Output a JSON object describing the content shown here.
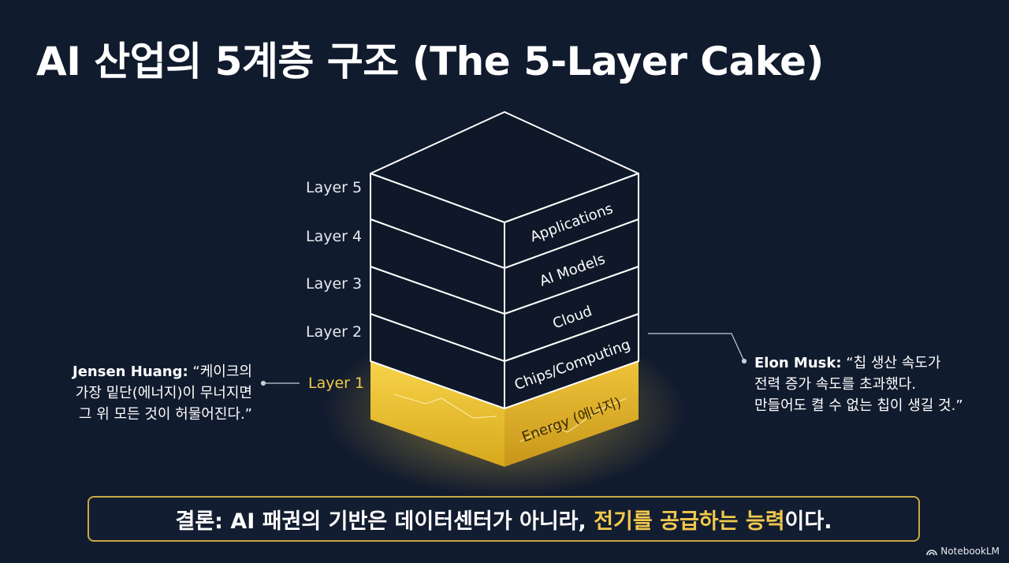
{
  "title": "AI 산업의 5계층 구조 (The 5-Layer Cake)",
  "layers": [
    {
      "label": "Layer 5",
      "name": "Applications"
    },
    {
      "label": "Layer 4",
      "name": "AI Models"
    },
    {
      "label": "Layer 3",
      "name": "Cloud"
    },
    {
      "label": "Layer 2",
      "name": "Chips/Computing"
    },
    {
      "label": "Layer 1",
      "name": "Energy (에너지)"
    }
  ],
  "quote_left": {
    "speaker": "Jensen Huang:",
    "line1": "“케이크의",
    "line2": "가장 밑단(에너지)이 무너지면",
    "line3": "그 위 모든 것이 허물어진다.”"
  },
  "quote_right": {
    "speaker": "Elon Musk:",
    "line1": "“칩 생산 속도가",
    "line2": "전력 증가 속도를 초과했다.",
    "line3": "만들어도 켤 수 없는 칩이 생길 것.”"
  },
  "conclusion": {
    "prefix": "결론: AI 패권의 기반은 데이터센터가 아니라, ",
    "highlight": "전기를 공급하는 능력",
    "suffix": "이다."
  },
  "brand": "NotebookLM",
  "colors": {
    "background": "#111b2e",
    "gold": "#f2c94c",
    "line": "#ffffff"
  }
}
